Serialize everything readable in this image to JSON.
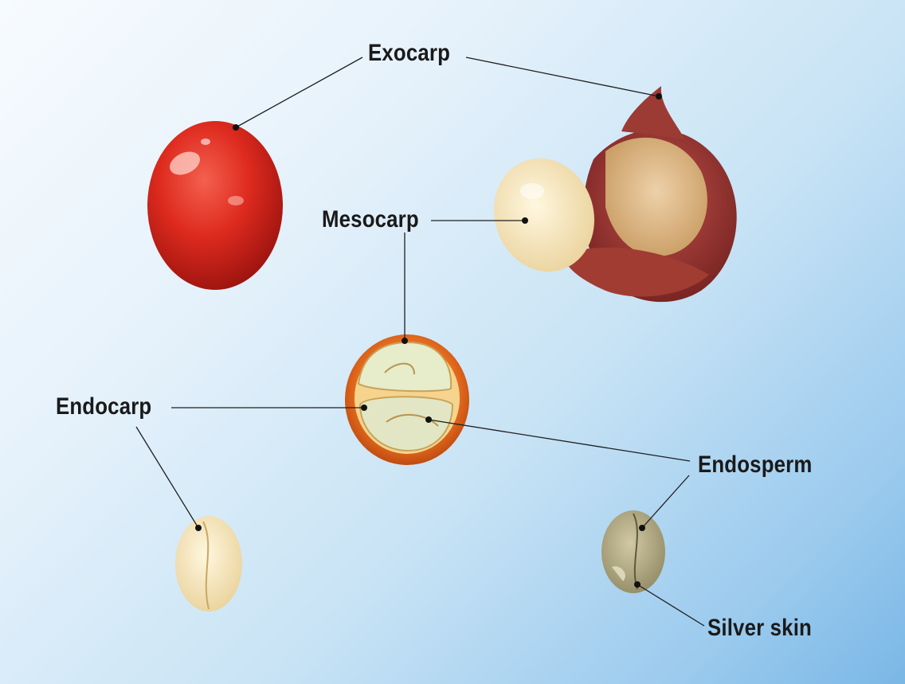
{
  "labels": {
    "exocarp": "Exocarp",
    "mesocarp": "Mesocarp",
    "endocarp": "Endocarp",
    "endosperm": "Endosperm",
    "silver_skin": "Silver skin"
  }
}
